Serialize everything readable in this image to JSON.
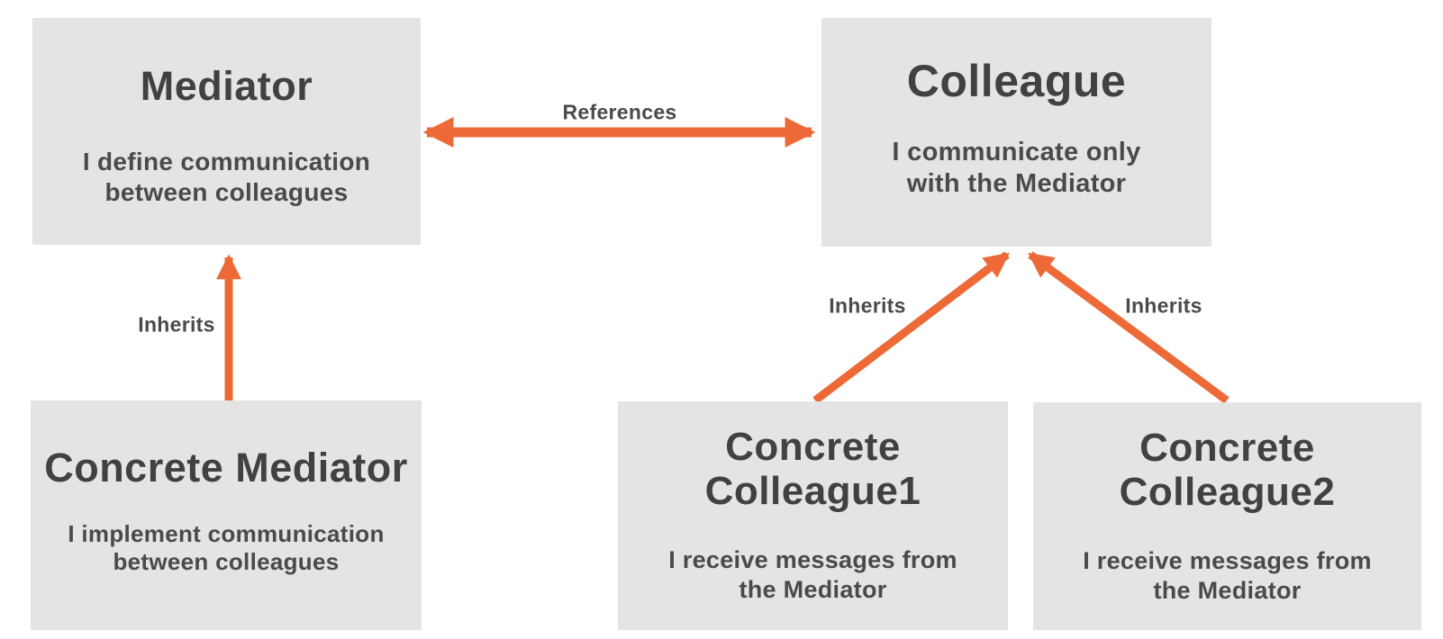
{
  "diagram": {
    "type": "uml-class-diagram",
    "pattern_name": "Mediator",
    "nodes": {
      "mediator": {
        "title": "Mediator",
        "description": "I define communication\nbetween colleagues"
      },
      "colleague": {
        "title": "Colleague",
        "description": "I communicate only\nwith the Mediator"
      },
      "concrete_mediator": {
        "title": "Concrete Mediator",
        "description": "I implement communication\nbetween colleagues"
      },
      "concrete_colleague1": {
        "title": "Concrete\nColleague1",
        "description": "I receive messages from\nthe Mediator"
      },
      "concrete_colleague2": {
        "title": "Concrete\nColleague2",
        "description": "I receive messages from\nthe Mediator"
      }
    },
    "edges": [
      {
        "label": "References",
        "from": "mediator",
        "to": "colleague",
        "style": "double-headed-arrow"
      },
      {
        "label": "Inherits",
        "from": "concrete_mediator",
        "to": "mediator",
        "style": "arrow"
      },
      {
        "label": "Inherits",
        "from": "concrete_colleague1",
        "to": "colleague",
        "style": "arrow"
      },
      {
        "label": "Inherits",
        "from": "concrete_colleague2",
        "to": "colleague",
        "style": "arrow"
      }
    ],
    "colors": {
      "arrow": "#ED6A38",
      "box_bg": "#E4E4E4",
      "title_text": "#414141",
      "body_text": "#4A4A4A",
      "background": "#FFFFFF"
    }
  }
}
